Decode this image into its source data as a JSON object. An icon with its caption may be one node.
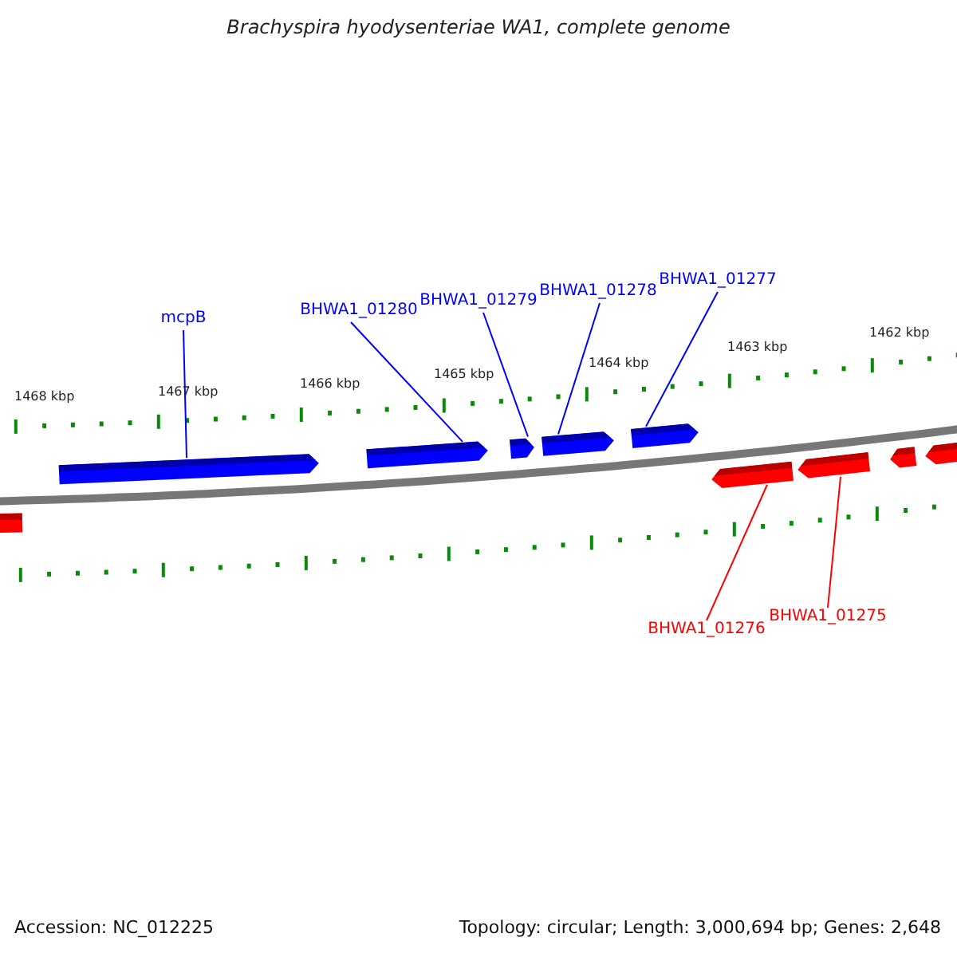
{
  "diagram": {
    "title": "Brachyspira hyodysenteriae WA1, complete genome",
    "nodes": [
      {
        "text": [
          "mcpB"
        ]
      },
      {
        "text": [
          "BHWA1_01280"
        ]
      },
      {
        "text": [
          "BHWA1_01279"
        ]
      },
      {
        "text": [
          "BHWA1_01278"
        ]
      },
      {
        "text": [
          "BHWA1_01277"
        ]
      },
      {
        "text": [
          "BHWA1_01276"
        ]
      },
      {
        "text": [
          "BHWA1_01275"
        ]
      },
      {
        "text": [],
        "shape": "box"
      },
      {
        "text": [],
        "shape": "bar"
      },
      {
        "text": [],
        "shape": "bar"
      },
      {
        "text": [],
        "shape": "bar"
      },
      {
        "text": [],
        "shape": "bar"
      },
      {
        "text": [],
        "shape": "bar"
      },
      {
        "text": [],
        "shape": "bar"
      },
      {
        "text": [],
        "shape": "bar"
      },
      {
        "text": [],
        "shape": "bar"
      },
      {
        "text": [],
        "shape": "bar"
      }
    ],
    "edges": [
      {
        "from": 0,
        "to": 8,
        "arrow": "none"
      },
      {
        "from": 1,
        "to": 9,
        "arrow": "none"
      },
      {
        "from": 2,
        "to": 10,
        "arrow": "none"
      },
      {
        "from": 3,
        "to": 11,
        "arrow": "none"
      },
      {
        "from": 4,
        "to": 12,
        "arrow": "none"
      },
      {
        "from": 5,
        "to": 13,
        "arrow": "none",
        "color": "#ff0000"
      },
      {
        "from": 6,
        "to": 14,
        "arrow": "none",
        "color": "#ff0000"
      }
    ],
    "labels": [
      "1468 kbp",
      "1467 kbp",
      "1466 kbp",
      "1465 kbp",
      "1464 kbp",
      "1463 kbp",
      "1462 kbp",
      "Accession: NC_012225",
      "Topology: circular; Length: 3,000,694 bp; Genes: 2,648"
    ]
  }
}
